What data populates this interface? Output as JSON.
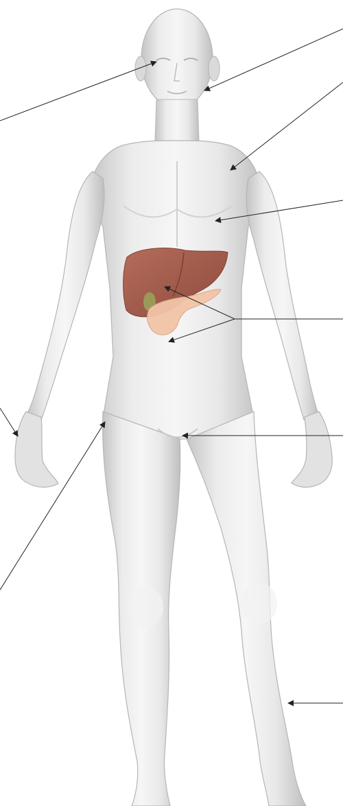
{
  "diagram": {
    "subject": "human-body-silhouette",
    "organs_highlighted": [
      "liver",
      "pancreas",
      "gallbladder"
    ],
    "colors": {
      "body_fill": "#dedede",
      "body_shade": "#c9c9c9",
      "body_highlight": "#f7f7f7",
      "liver": "#a8604f",
      "pancreas": "#f2c4a8",
      "gallbladder": "#9aa05a",
      "pointer_line": "#222222"
    },
    "pointers": [
      {
        "target": "eyes"
      },
      {
        "target": "face"
      },
      {
        "target": "chest"
      },
      {
        "target": "upper-abdomen"
      },
      {
        "target": "liver"
      },
      {
        "target": "pancreas"
      },
      {
        "target": "hand"
      },
      {
        "target": "hip"
      },
      {
        "target": "groin"
      },
      {
        "target": "lower-leg"
      }
    ]
  }
}
